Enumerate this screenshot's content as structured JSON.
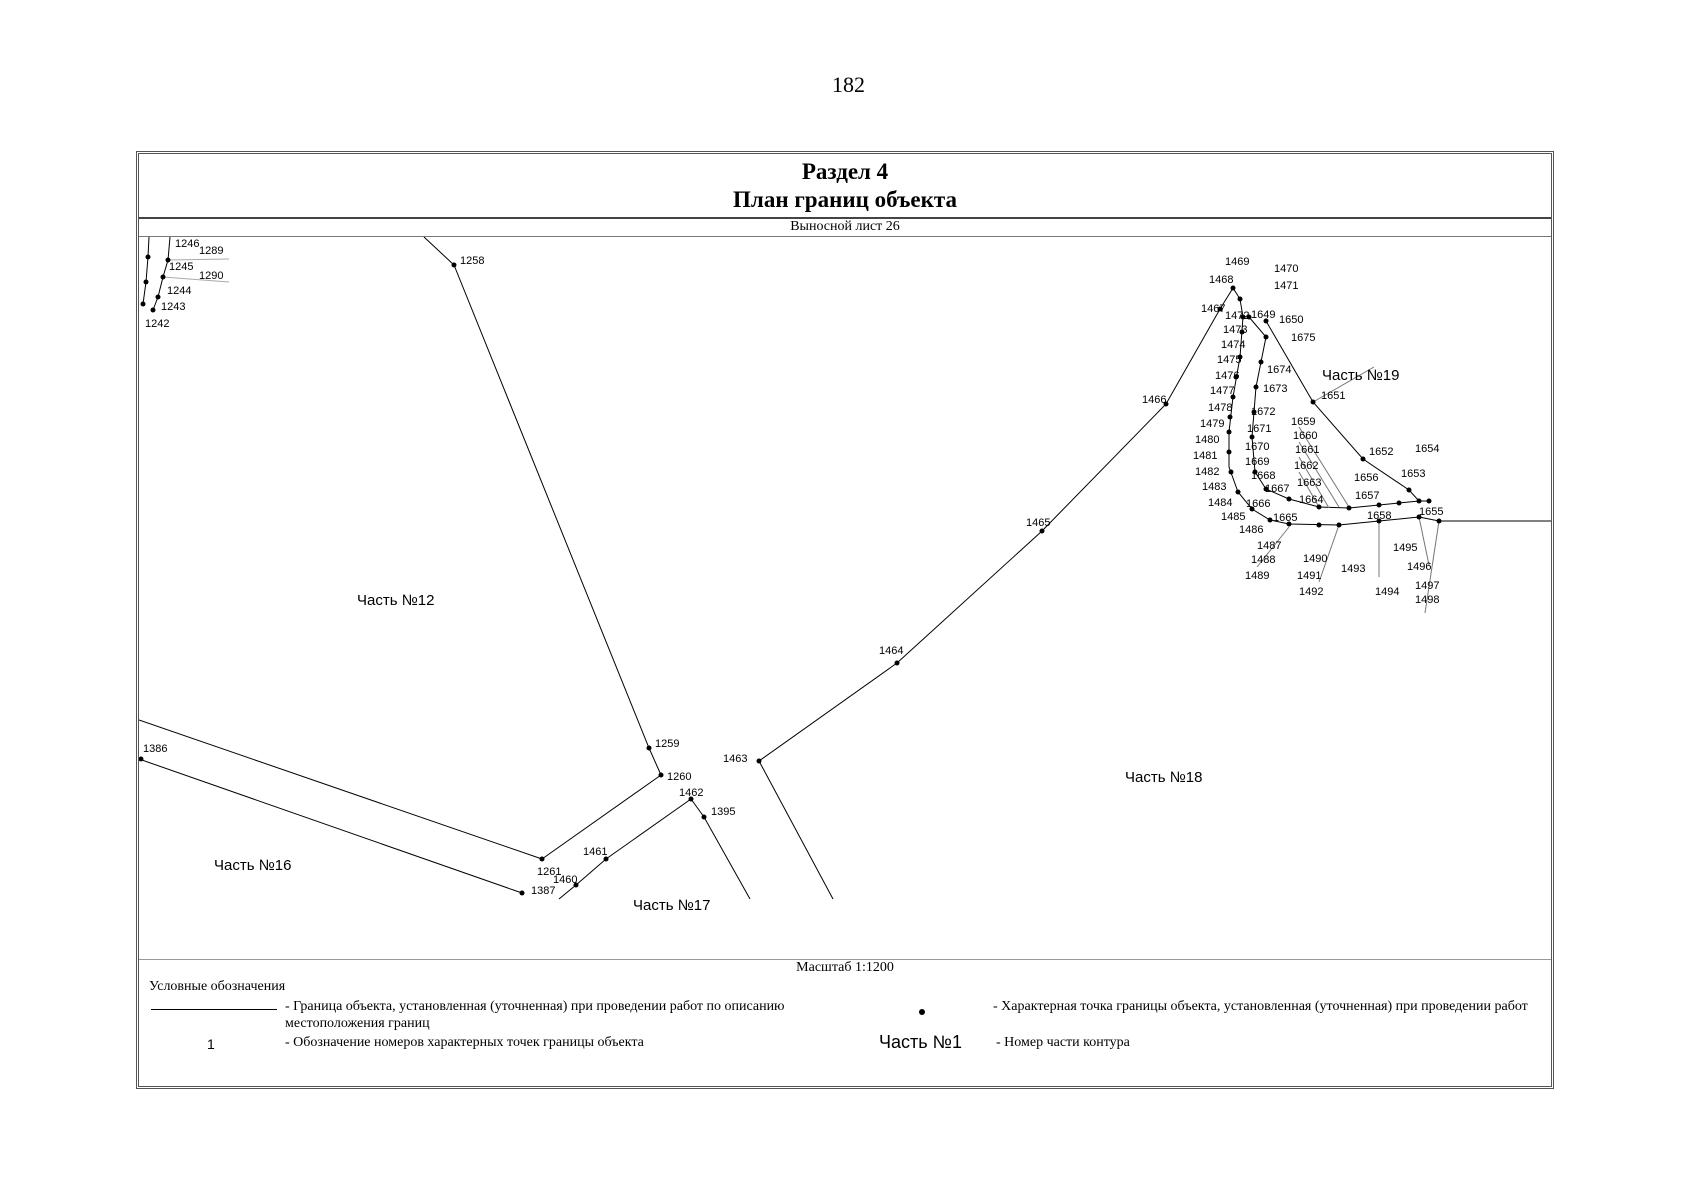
{
  "page_number": "182",
  "title": {
    "line1": "Раздел 4",
    "line2": "План границ объекта"
  },
  "sheet_label": "Выносной лист 26",
  "scale_label": "Масштаб 1:1200",
  "legend": {
    "title": "Условные обозначения",
    "boundary_text": "- Граница  объекта, установленная (уточненная) при проведении работ по описанию местоположения границ",
    "point_number_sample": "1",
    "point_number_text": "- Обозначение номеров характерных точек границы объекта",
    "characteristic_point_text": "- Характерная точка границы объекта, установленная (уточненная) при проведении работ",
    "part_sample": "Часть №1",
    "part_text": "- Номер части контура"
  },
  "parts": [
    "Часть №12",
    "Часть №16",
    "Часть №17",
    "Часть №18",
    "Часть №19"
  ],
  "point_labels": {
    "top_left": [
      "1246",
      "1289",
      "1245",
      "1290",
      "1244",
      "1243",
      "1242"
    ],
    "main": [
      "1258",
      "1259",
      "1260",
      "1261",
      "1386",
      "1387",
      "1395",
      "1460",
      "1461",
      "1462",
      "1463",
      "1464",
      "1465",
      "1466"
    ],
    "cluster_a": [
      "1467",
      "1468",
      "1469",
      "1470",
      "1471",
      "1472",
      "1473",
      "1474",
      "1475",
      "1476",
      "1477",
      "1478",
      "1479",
      "1480",
      "1481",
      "1482",
      "1483",
      "1484",
      "1485",
      "1486",
      "1487",
      "1488",
      "1489",
      "1490",
      "1491",
      "1492",
      "1493",
      "1494",
      "1495",
      "1496",
      "1497",
      "1498"
    ],
    "cluster_b": [
      "1649",
      "1650",
      "1675",
      "1674",
      "1673",
      "1672",
      "1671",
      "1670",
      "1669",
      "1668",
      "1667",
      "1666",
      "1665",
      "1664",
      "1663",
      "1662",
      "1661",
      "1660",
      "1659",
      "1651",
      "1652",
      "1653",
      "1654",
      "1655",
      "1656",
      "1657",
      "1658"
    ]
  }
}
